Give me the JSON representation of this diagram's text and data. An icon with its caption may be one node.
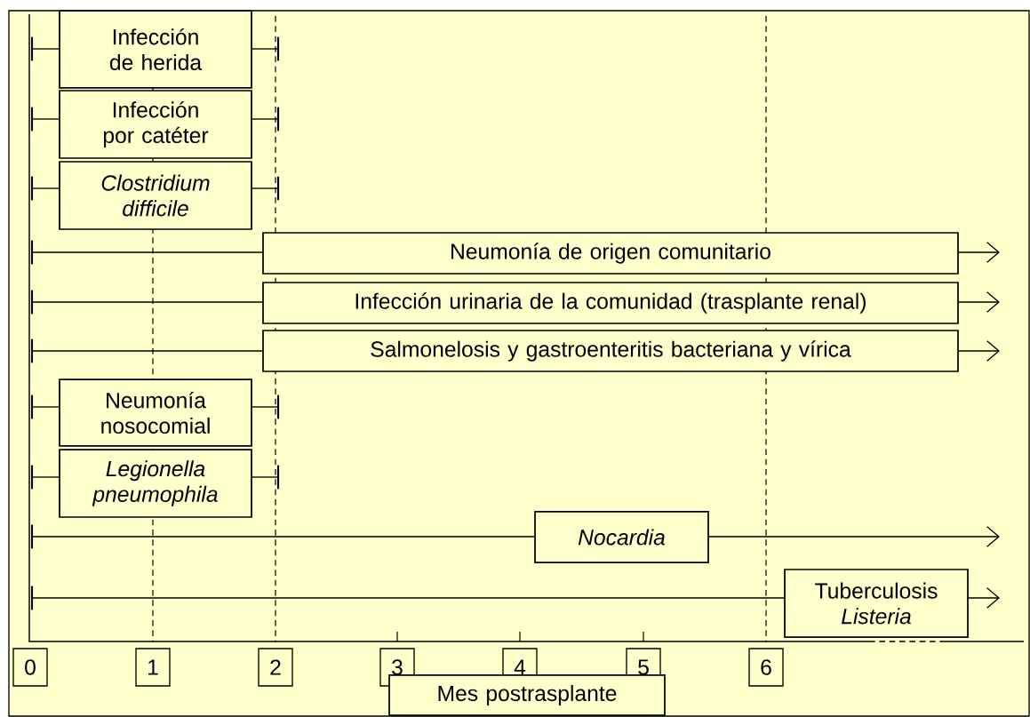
{
  "diagram": {
    "nodes": [
      {
        "text": [
          "Infección de herida"
        ]
      },
      {
        "text": [
          "Infección por catéter"
        ]
      },
      {
        "text": [
          "*Clostridium difficile*"
        ]
      },
      {
        "text": [
          "Neumonía de origen comunitario"
        ]
      },
      {
        "text": [
          "Infección urinaria de la comunidad (trasplante renal)"
        ]
      },
      {
        "text": [
          "Salmonelosis y gastroenteritis bacteriana y vírica"
        ]
      },
      {
        "text": [
          "Neumonía nosocomial"
        ]
      },
      {
        "text": [
          "*Legionella pneumophila*"
        ]
      },
      {
        "text": [
          "*Nocardia*"
        ]
      },
      {
        "text": [
          "Tuberculosis",
          "*Listeria*"
        ]
      },
      {
        "text": [
          "0"
        ]
      },
      {
        "text": [
          "1"
        ]
      },
      {
        "text": [
          "2"
        ]
      },
      {
        "text": [
          "3"
        ]
      },
      {
        "text": [
          "4"
        ]
      },
      {
        "text": [
          "5"
        ]
      },
      {
        "text": [
          "6"
        ]
      },
      {
        "text": [
          "Mes postrasplante"
        ]
      },
      {
        "text": [],
        "shape": "bar"
      },
      {
        "text": [],
        "shape": "bar"
      },
      {
        "text": [],
        "shape": "bar"
      },
      {
        "text": [],
        "shape": "bar"
      },
      {
        "text": [],
        "shape": "bar"
      },
      {
        "text": [],
        "shape": "bar"
      },
      {
        "text": [],
        "shape": "bar"
      },
      {
        "text": [],
        "shape": "bar"
      },
      {
        "text": [],
        "shape": "bar"
      },
      {
        "text": [],
        "shape": "bar"
      },
      {
        "text": [],
        "shape": "bar"
      },
      {
        "text": [],
        "shape": "bar"
      },
      {
        "text": [],
        "shape": "bar"
      },
      {
        "text": [],
        "shape": "bar"
      },
      {
        "text": [],
        "shape": "bar"
      }
    ],
    "edges": [
      {
        "from": 18,
        "to": 0,
        "arrow": "none"
      },
      {
        "from": 0,
        "to": 19,
        "arrow": "none"
      },
      {
        "from": 20,
        "to": 1,
        "arrow": "none"
      },
      {
        "from": 1,
        "to": 21,
        "arrow": "none"
      },
      {
        "from": 22,
        "to": 2,
        "arrow": "none"
      },
      {
        "from": 2,
        "to": 23,
        "arrow": "none"
      },
      {
        "from": 24,
        "to": 3,
        "arrow": "none"
      },
      {
        "from": 3,
        "to": null,
        "arrow": "to"
      },
      {
        "from": 25,
        "to": 4,
        "arrow": "none"
      },
      {
        "from": 4,
        "to": null,
        "arrow": "to"
      },
      {
        "from": 26,
        "to": 5,
        "arrow": "none"
      },
      {
        "from": 5,
        "to": null,
        "arrow": "to"
      },
      {
        "from": 27,
        "to": 6,
        "arrow": "none"
      },
      {
        "from": 6,
        "to": 28,
        "arrow": "none"
      },
      {
        "from": 29,
        "to": 7,
        "arrow": "none"
      },
      {
        "from": 7,
        "to": 30,
        "arrow": "none"
      },
      {
        "from": 31,
        "to": 8,
        "arrow": "none"
      },
      {
        "from": 8,
        "to": null,
        "arrow": "to"
      },
      {
        "from": 32,
        "to": 9,
        "arrow": "none"
      },
      {
        "from": 9,
        "to": null,
        "arrow": "to"
      }
    ]
  }
}
